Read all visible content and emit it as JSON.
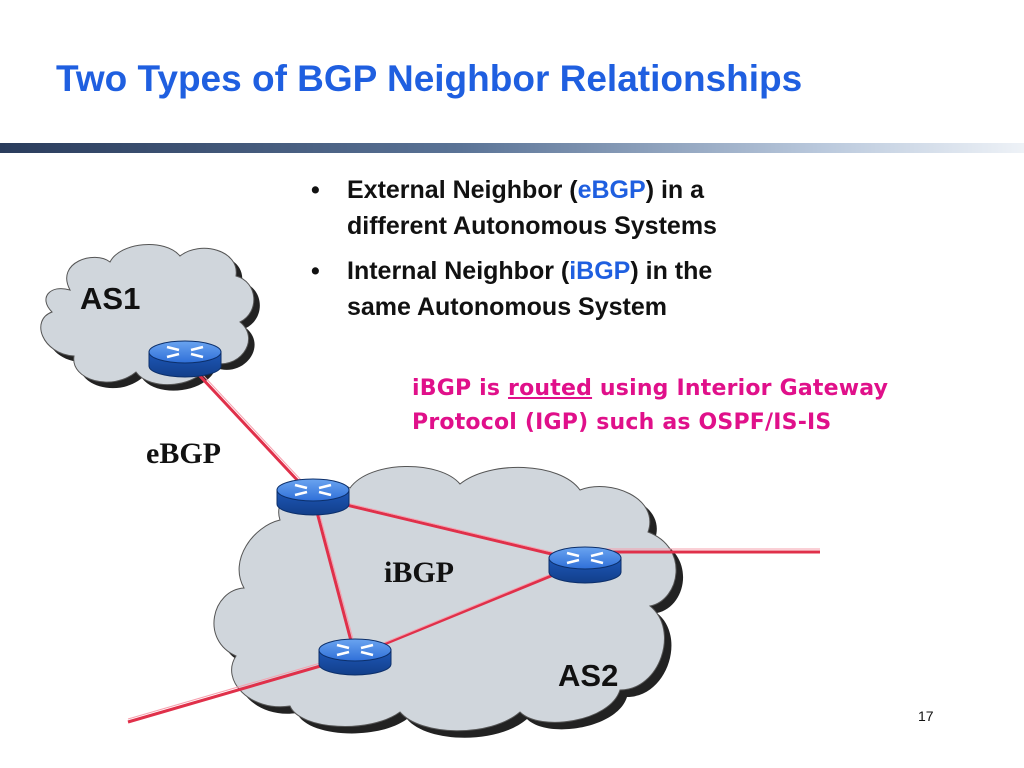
{
  "slide": {
    "title": "Two Types of BGP Neighbor Relationships",
    "page_number": "17"
  },
  "bullets": [
    {
      "prefix": "External Neighbor (",
      "highlight": "eBGP",
      "suffix_line1": ") in a",
      "line2": "different Autonomous Systems"
    },
    {
      "prefix": "Internal Neighbor (",
      "highlight": "iBGP",
      "suffix_line1": ") in the",
      "line2": "same Autonomous System"
    }
  ],
  "note": {
    "line1_prefix": "iBGP is ",
    "line1_underlined": "routed",
    "line1_suffix": " using Interior Gateway",
    "line2": "Protocol (IGP) such as OSPF/IS-IS"
  },
  "diagram": {
    "as1_label": "AS1",
    "as2_label": "AS2",
    "ebgp_label": "eBGP",
    "ibgp_label": "iBGP",
    "router_icon": "router-icon",
    "colors": {
      "title": "#1f5fe0",
      "highlight": "#1f5fe0",
      "note": "#e0108a",
      "link": "#e0304a",
      "cloud": "#d0d6dc",
      "router": "#2f6fd8"
    }
  }
}
